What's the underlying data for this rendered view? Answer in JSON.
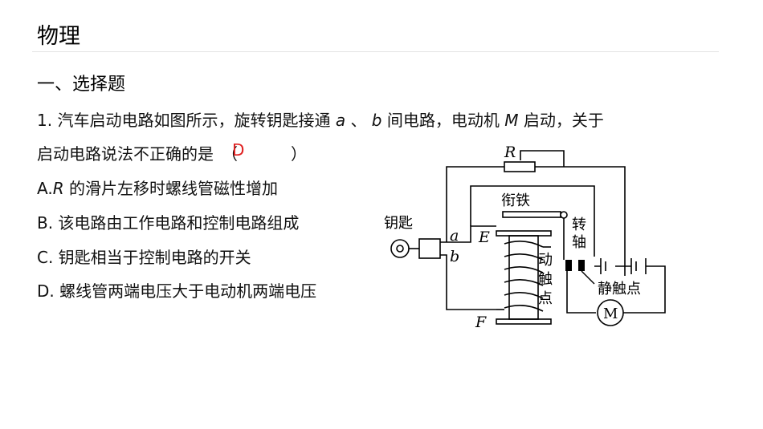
{
  "page": {
    "title": "物理"
  },
  "section": {
    "heading": "一、选择题"
  },
  "question": {
    "line1": {
      "prefix": "1. 汽车启动电路如图所示，旋转钥匙接通",
      "var_a": "a",
      "sep": "、",
      "var_b": "b",
      "middle": "间电路，电动机",
      "var_m": "M",
      "suffix": "启动，关于"
    },
    "line2": {
      "text": "启动电路说法不正确的是",
      "bracket_open": "（",
      "bracket_close": "）"
    },
    "answer": "D",
    "options": {
      "a": {
        "prefix": "A.",
        "var": "R",
        "text": " 的滑片左移时螺线管磁性增加"
      },
      "b": {
        "text": "B. 该电路由工作电路和控制电路组成"
      },
      "c": {
        "text": "C. 钥匙相当于控制电路的开关"
      },
      "d": {
        "text": "D. 螺线管两端电压大于电动机两端电压"
      }
    }
  },
  "figure": {
    "labels": {
      "R": "R",
      "armature": "衔铁",
      "key": "钥匙",
      "a": "a",
      "b": "b",
      "E": "E",
      "F": "F",
      "pivot_1": "转",
      "pivot_2": "轴",
      "moving_1": "动",
      "moving_2": "触",
      "moving_3": "点",
      "static_contact": "静触点",
      "motor": "M"
    }
  }
}
